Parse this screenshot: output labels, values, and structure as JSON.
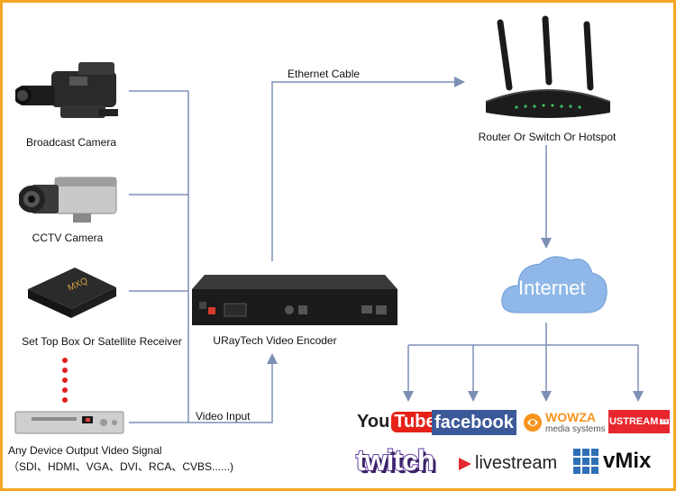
{
  "sources": {
    "broadcast_camera": "Broadcast Camera",
    "cctv_camera": "CCTV Camera",
    "set_top_box": "Set Top Box Or Satellite Receiver",
    "any_device_line1": "Any Device Output Video Signal",
    "any_device_line2": "（SDI、HDMI、VGA、DVI、RCA、CVBS......)"
  },
  "connections": {
    "ethernet_cable": "Ethernet Cable",
    "video_input": "Video Input"
  },
  "encoder": {
    "label": "URayTech Video Encoder"
  },
  "router": {
    "label": "Router Or Switch Or Hotspot"
  },
  "internet": {
    "label": "Internet"
  },
  "platforms": {
    "youtube_you": "You",
    "youtube_tube": "Tube",
    "facebook": "facebook",
    "wowza_name": "WOWZA",
    "wowza_sub": "media systems",
    "ustream": "USTREAM",
    "ustream_tv": "TV",
    "twitch": "twitch",
    "livestream": "livestream",
    "vmix": "vMix"
  },
  "colors": {
    "border": "#f5a623",
    "connector_line": "#7d8fb5",
    "cloud": "#8fb8e8",
    "youtube_red": "#e62117",
    "facebook_blue": "#3b5998",
    "wowza_orange": "#f7941d",
    "ustream_red": "#e8262d",
    "twitch_purple": "#6441a5",
    "livestream_red": "#e02a2f"
  }
}
